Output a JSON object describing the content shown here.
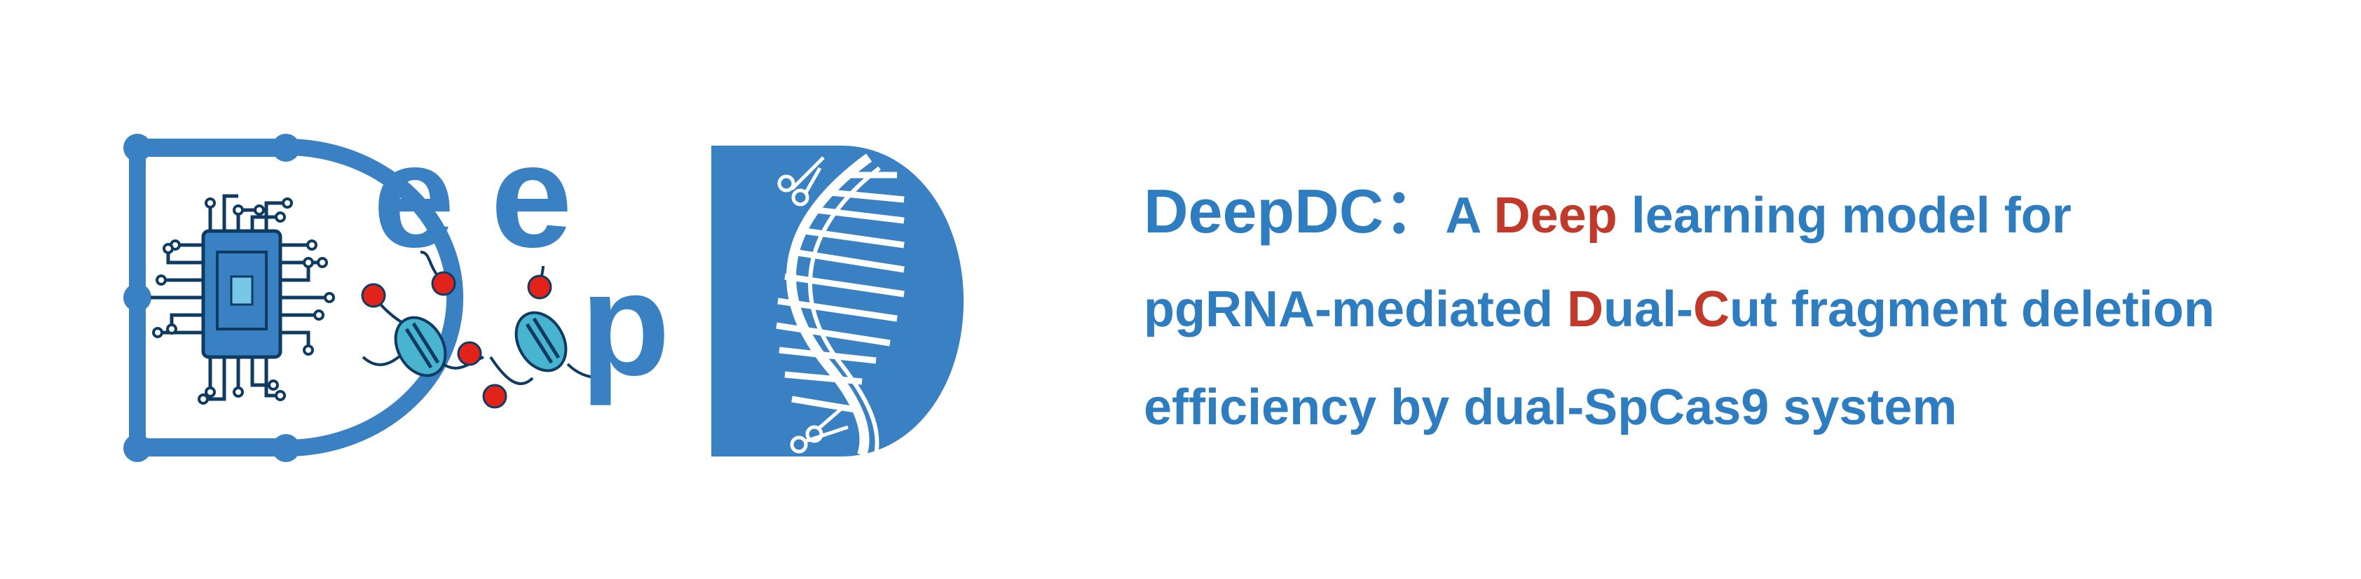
{
  "logo": {
    "letters": [
      "e",
      "e",
      "p"
    ],
    "colors": {
      "blue": "#3a81c4",
      "dark_navy": "#0f3b62",
      "node_red": "#e2231a",
      "nucleosome_cyan": "#49b4cf",
      "chip_light": "#76c7e8"
    },
    "icons": [
      "chip-circuit-icon",
      "nucleosome-icon",
      "dna-helix-icon",
      "scissors-icon"
    ]
  },
  "headline": {
    "colors": {
      "main": "#2f7dc1",
      "accent": "#c0392b"
    },
    "line1": {
      "title": "DeepDC：",
      "pre": "A ",
      "accent": "Deep",
      "post": " learning model for"
    },
    "line2": {
      "pre": "pgRNA-mediated ",
      "accent1": "D",
      "mid": "ual-",
      "accent2": "C",
      "post": "ut fragment deletion"
    },
    "line3": {
      "text": "efficiency by dual-SpCas9 system"
    }
  }
}
